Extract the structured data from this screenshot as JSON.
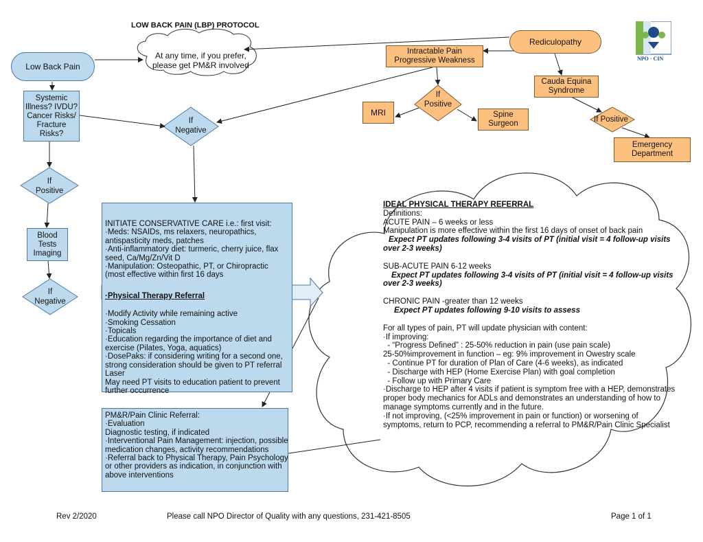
{
  "title": "LOW BACK PAIN (LBP) PROTOCOL",
  "logo": {
    "text": "NPO · CIN",
    "colors": [
      "#1e4a8a",
      "#7ab648"
    ]
  },
  "nodes": {
    "low_back_pain": "Low Back Pain",
    "cloud_note": [
      "At any time, if you prefer,",
      "please get PM&R involved"
    ],
    "systemic": [
      "Systemic",
      "Illness? IVDU?",
      "Cancer Risks/",
      "Fracture",
      "Risks?"
    ],
    "if_positive_left": [
      "If",
      "Positive"
    ],
    "blood_tests": [
      "Blood",
      "Tests",
      "Imaging"
    ],
    "if_negative_left": [
      "If",
      "Negative"
    ],
    "if_negative_center": [
      "If",
      "Negative"
    ],
    "rediculopathy": "Rediculopathy",
    "intractable": [
      "Intractable Pain",
      "Progressive Weakness"
    ],
    "if_positive_mid": [
      "If",
      "Positive"
    ],
    "mri": "MRI",
    "spine_surgeon": [
      "Spine",
      "Surgeon"
    ],
    "cauda": [
      "Cauda Equina",
      "Syndrome"
    ],
    "if_positive_right": "If Positive",
    "emergency": [
      "Emergency",
      "Department"
    ]
  },
  "conservative": {
    "lines_a": [
      "INITIATE CONSERVATIVE CARE i.e.: first visit:",
      "·Meds: NSAIDs, ms relaxers, neuropathics,",
      "antispasticity meds, patches",
      "·Anti-inflammatory diet: turmeric, cherry juice, flax",
      "seed, Ca/Mg/Zn/Vit D",
      "·Manipulation: Osteopathic, PT, or Chiropractic",
      "(most effective within first 16 days"
    ],
    "pt_referral": "Physical Therapy Referral",
    "lines_b": [
      "·Modify Activity while remaining active",
      "·Smoking Cessation",
      "·Topicals",
      "·Education regarding the importance of diet and",
      "exercise (Pilates, Yoga, aquatics)",
      "·DosePaks: if considering writing for a second one,",
      "strong consideration should be given to PT referral",
      "Laser",
      "May need PT visits to education patient to prevent",
      "further occurrence"
    ]
  },
  "pmr": {
    "lines": [
      "PM&R/Pain Clinic Referral:",
      "·Evaluation",
      " Diagnostic testing, if indicated",
      "·Interventional Pain Management: injection, possible",
      "medication changes, activity recommendations",
      "·Referral back to Physical Therapy, Pain Psychology",
      "or other providers as indication, in conjunction with",
      "above interventions"
    ]
  },
  "pt_cloud": {
    "heading": "IDEAL PHYSICAL THERAPY REFERRAL",
    "definitions": "Definitions:",
    "acute": "ACUTE PAIN – 6 weeks or less",
    "manipulation": "Manipulation is more effective within the first 16 days of onset of back pain",
    "acute_expect": [
      "Expect PT updates following 3-4 visits of PT (initial visit = 4 follow-up visits",
      "over 2-3 weeks)"
    ],
    "subacute": "SUB-ACUTE PAIN 6-12 weeks",
    "subacute_expect": [
      "Expect PT updates following 3-4 visits of PT (initial visit = 4 follow-up visits",
      "over 2-3 weeks)"
    ],
    "chronic": "CHRONIC PAIN -greater than 12 weeks",
    "chronic_expect": "Expect PT updates following 9-10 visits to assess",
    "all_types": [
      "For all types of pain, PT will update physician with content:",
      "·If improving:",
      "  - “Progress Defined” : 25-50% reduction in pain (use pain scale)",
      "25-50%improvement in function – eg: 9% improvement in Owestry scale",
      "  - Continue PT for duration of Plan of Care (4-6 weeks), as indicated",
      "  - Discharge with HEP (Home Exercise Plan) with goal completion",
      "  - Follow up with Primary Care",
      "·Discharge to HEP after 4 visits if patient is symptom free with a HEP, demonstrates",
      "proper body mechanics for ADLs and demonstrates an understanding of how to",
      "manage symptoms currently and in the future.",
      "·If not improving, (<25% improvement in pain or function) or worsening of",
      "symptoms, return to PCP, recommending a referral to PM&R/Pain Clinic Specialist"
    ]
  },
  "footer": {
    "rev": "Rev 2/2020",
    "contact": "Please call NPO Director of Quality with any questions, 231-421-8505",
    "page": "Page 1 of 1"
  },
  "colors": {
    "blue_fill": "#bcd9ee",
    "blue_border": "#4a79a3",
    "orange_fill": "#fdc07f"
  }
}
